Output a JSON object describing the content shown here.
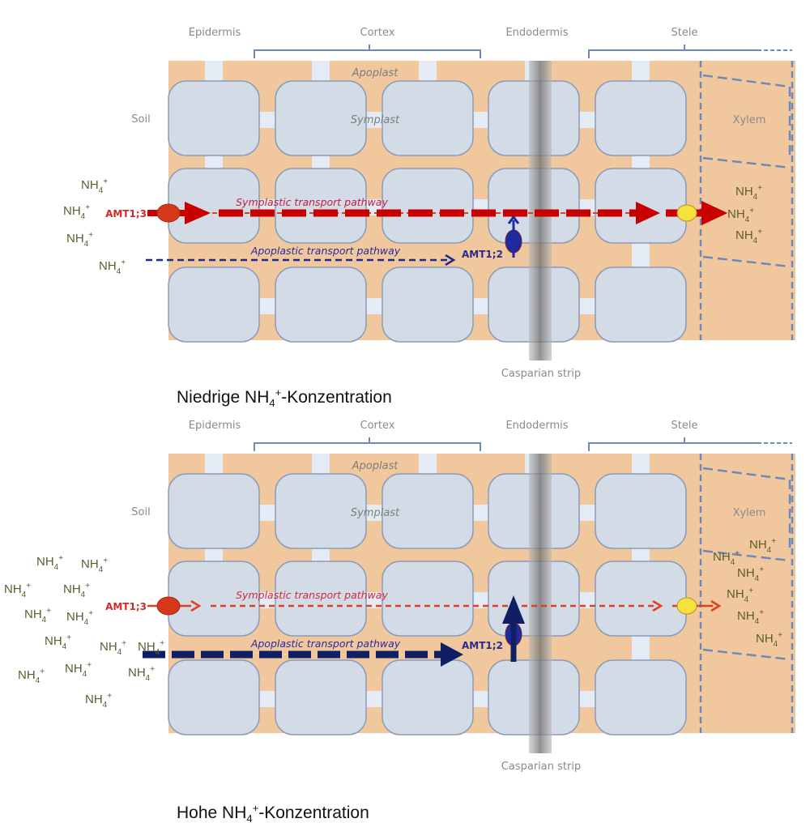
{
  "colors": {
    "apoplast": "#f1c89e",
    "cell_fill": "#d3dbe7",
    "cell_stroke": "#8a9bb8",
    "plasmodesma": "#e4ebf5",
    "bracket": "#6f89b6",
    "casparian": "#9a9a9a",
    "symplastic": "#c80000",
    "symplastic_light": "#e04020",
    "apoplastic": "#1d2a8a",
    "apoplastic_dark": "#0f1f63",
    "ion_text": "#5a5e30",
    "amt13_text": "#d02a2a",
    "amt12_text": "#2a2a8a",
    "amt13_fill": "#d6381a",
    "export_fill": "#f4e33c",
    "amt12_fill": "#1d2aa0"
  },
  "panels": [
    {
      "id": "low",
      "caption": {
        "prefix": "Niedrige NH",
        "sub": "4",
        "sup": "+",
        "suffix": "-Konzentration"
      },
      "tissues": {
        "epidermis": "Epidermis",
        "cortex": "Cortex",
        "endodermis": "Endodermis",
        "stele": "Stele"
      },
      "labels": {
        "soil": "Soil",
        "apoplast": "Apoplast",
        "symplast": "Symplast",
        "xylem": "Xylem",
        "casparian": "Casparian strip"
      },
      "pathways": {
        "symplastic": {
          "label": "Symplastic transport pathway",
          "emphasis": "strong"
        },
        "apoplastic": {
          "label": "Apoplastic transport pathway",
          "emphasis": "weak"
        }
      },
      "transporters": {
        "amt13": "AMT1;3",
        "amt12": "AMT1;2"
      },
      "ion_label": {
        "base": "NH",
        "sub": "4",
        "sup": "+"
      },
      "soil_ion_count": 4,
      "xylem_ion_count": 3
    },
    {
      "id": "high",
      "caption": {
        "prefix": "Hohe NH",
        "sub": "4",
        "sup": "+",
        "suffix": "-Konzentration"
      },
      "tissues": {
        "epidermis": "Epidermis",
        "cortex": "Cortex",
        "endodermis": "Endodermis",
        "stele": "Stele"
      },
      "labels": {
        "soil": "Soil",
        "apoplast": "Apoplast",
        "symplast": "Symplast",
        "xylem": "Xylem",
        "casparian": "Casparian strip"
      },
      "pathways": {
        "symplastic": {
          "label": "Symplastic transport pathway",
          "emphasis": "weak"
        },
        "apoplastic": {
          "label": "Apoplastic transport pathway",
          "emphasis": "strong"
        }
      },
      "transporters": {
        "amt13": "AMT1;3",
        "amt12": "AMT1;2"
      },
      "ion_label": {
        "base": "NH",
        "sub": "4",
        "sup": "+"
      },
      "soil_ion_count": 13,
      "xylem_ion_count": 6
    }
  ]
}
